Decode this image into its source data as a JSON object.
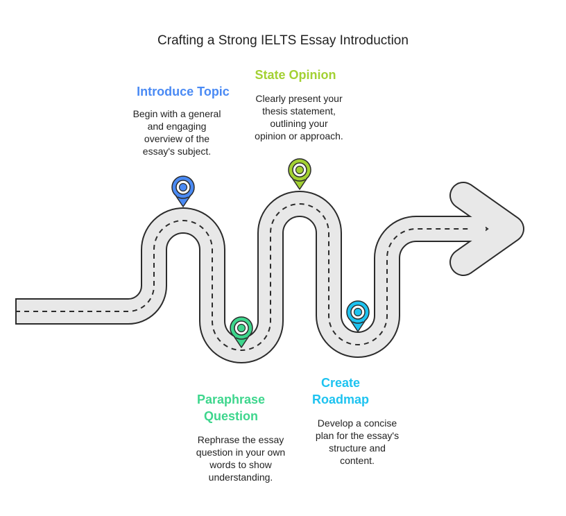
{
  "title": "Crafting a Strong IELTS Essay Introduction",
  "colors": {
    "road": "#e8e8e8",
    "outline": "#2b2b2b",
    "blue": "#4a8af4",
    "lime": "#a3d133",
    "green": "#3ed68d",
    "cyan": "#1ec3f0"
  },
  "steps": [
    {
      "title": "Introduce Topic",
      "text": [
        "Begin with a general",
        "and engaging",
        "overview of the",
        "essay's subject."
      ],
      "icon": "map-pin-icon"
    },
    {
      "title": "State Opinion",
      "text": [
        "Clearly present your",
        "thesis statement,",
        "outlining your",
        "opinion or approach."
      ],
      "icon": "map-pin-icon"
    },
    {
      "title_lines": [
        "Paraphrase",
        "Question"
      ],
      "text": [
        "Rephrase the essay",
        "question in your own",
        "words to show",
        "understanding."
      ],
      "icon": "map-pin-icon"
    },
    {
      "title_lines": [
        "Create",
        "Roadmap"
      ],
      "text": [
        "Develop a concise",
        "plan for the essay's",
        "structure and",
        "content."
      ],
      "icon": "map-pin-icon"
    }
  ]
}
